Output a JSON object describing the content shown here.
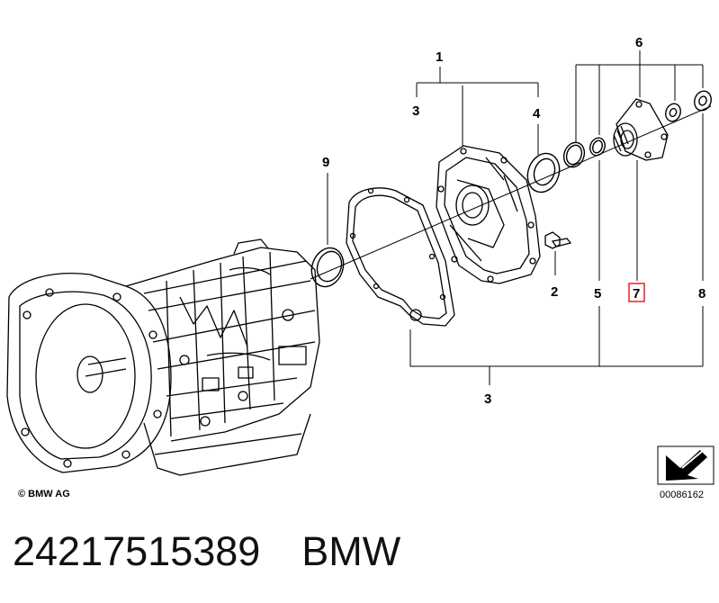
{
  "callouts": {
    "c1": "1",
    "c2": "2",
    "c3_top": "3",
    "c3_bottom": "3",
    "c4": "4",
    "c5": "5",
    "c6": "6",
    "c7": "7",
    "c8": "8",
    "c9": "9"
  },
  "highlighted_callout": "7",
  "highlight_color": "#e8202a",
  "copyright": "© BMW AG",
  "document_id": "00086162",
  "caption": {
    "part_number": "24217515389",
    "brand": "BMW"
  }
}
